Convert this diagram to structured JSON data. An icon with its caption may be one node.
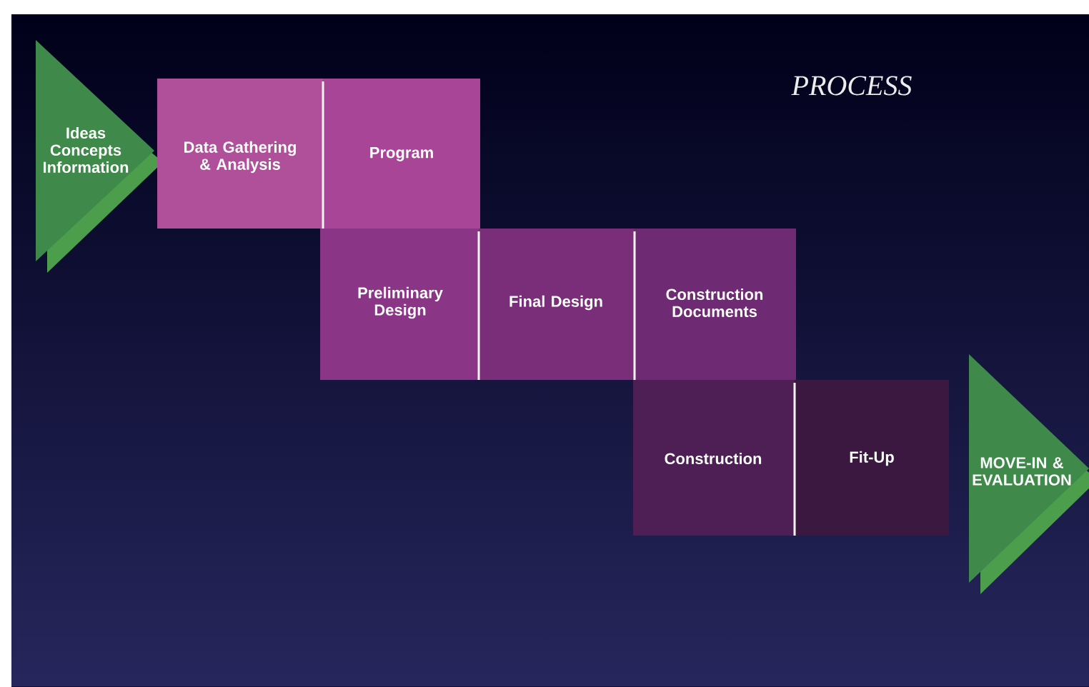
{
  "diagram": {
    "title": "PROCESS",
    "nodes": [
      {
        "text": [
          "Ideas Concepts Information"
        ]
      },
      {
        "text": [
          "Data Gathering & Analysis"
        ]
      },
      {
        "text": [
          "Program"
        ]
      },
      {
        "text": [
          "Preliminary Design"
        ]
      },
      {
        "text": [
          "Final Design"
        ]
      },
      {
        "text": [
          "Construction Documents"
        ]
      },
      {
        "text": [
          "Construction"
        ]
      },
      {
        "text": [
          "Fit-Up"
        ]
      },
      {
        "text": [
          "MOVE-IN & EVALUATION"
        ]
      }
    ]
  }
}
